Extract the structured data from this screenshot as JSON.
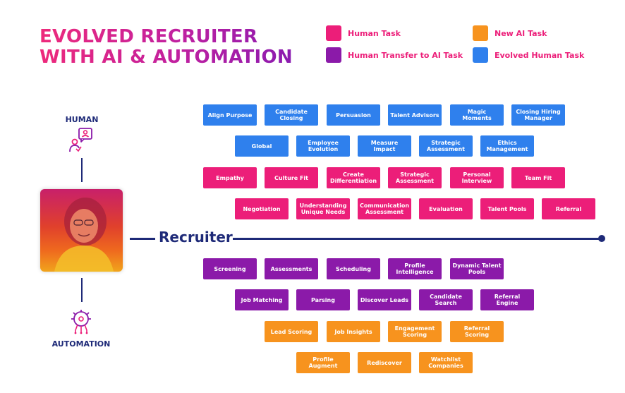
{
  "title": {
    "line1": "EVOLVED RECRUITER",
    "line2": "WITH AI & AUTOMATION"
  },
  "legend": [
    {
      "label": "Human Task",
      "color": "#ec1e79"
    },
    {
      "label": "New AI Task",
      "color": "#f7931e"
    },
    {
      "label": "Human Transfer to AI Task",
      "color": "#8b1aa9"
    },
    {
      "label": "Evolved Human Task",
      "color": "#2f80ed"
    }
  ],
  "colors": {
    "human": "#ec1e79",
    "ai_new": "#f7931e",
    "transfer": "#8b1aa9",
    "evolved": "#2f80ed",
    "navy": "#1e2a78",
    "legend_text_pink": "#ec1e79",
    "legend_text_orange": "#f7931e"
  },
  "side": {
    "human_label": "HUMAN",
    "automation_label": "AUTOMATION"
  },
  "icons": {
    "human": "person-chat-icon",
    "automation": "circuit-brain-icon"
  },
  "axis": {
    "label": "Recruiter"
  },
  "photo": "recruiter-photo",
  "tasks": {
    "row1": {
      "type": "evolved",
      "items": [
        "Align Purpose",
        "Candidate Closing",
        "Persuasion",
        "Talent Advisors",
        "Magic Moments",
        "Closing Hiring Manager"
      ]
    },
    "row2": {
      "type": "evolved",
      "items": [
        "Global",
        "Employee Evolution",
        "Measure Impact",
        "Strategic Assessment",
        "Ethics Management"
      ]
    },
    "row3": {
      "type": "human",
      "items": [
        "Empathy",
        "Culture Fit",
        "Create Differentiation",
        "Strategic Assessment",
        "Personal Interview",
        "Team Fit"
      ]
    },
    "row4": {
      "type": "human",
      "items": [
        "Negotiation",
        "Understanding Unique Needs",
        "Communication Assessment",
        "Evaluation",
        "Talent Pools",
        "Referral"
      ]
    },
    "row5": {
      "type": "transfer",
      "items": [
        "Screening",
        "Assessments",
        "Scheduling",
        "Profile Intelligence",
        "Dynamic Talent Pools"
      ]
    },
    "row6": {
      "type": "transfer",
      "items": [
        "Job Matching",
        "Parsing",
        "Discover Leads",
        "Candidate Search",
        "Referral Engine"
      ]
    },
    "row7": {
      "type": "ai_new",
      "items": [
        "Lead Scoring",
        "Job Insights",
        "Engagement Scoring",
        "Referral Scoring"
      ]
    },
    "row8": {
      "type": "ai_new",
      "items": [
        "Profile Augment",
        "Rediscover",
        "Watchlist Companies"
      ]
    }
  }
}
